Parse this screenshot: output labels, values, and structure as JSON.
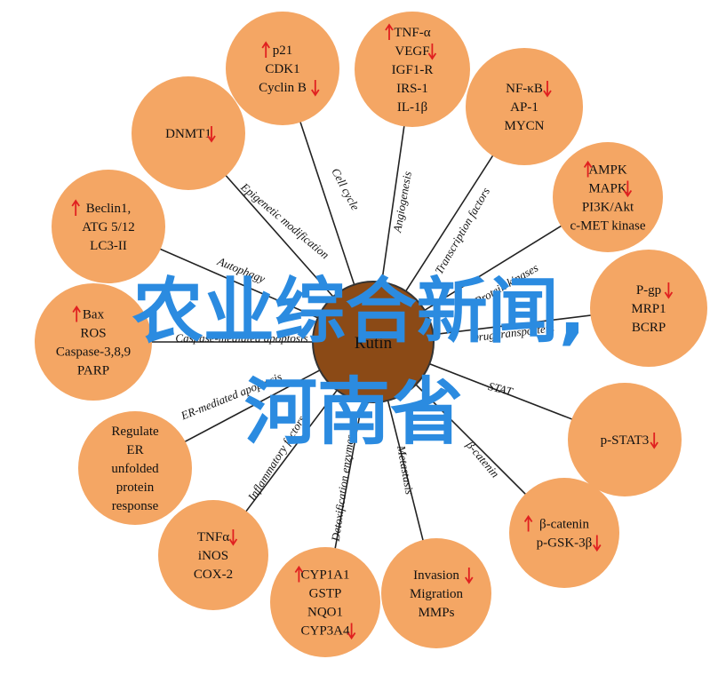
{
  "center": {
    "label": "Rutin"
  },
  "overlay": {
    "line1": "农业综合新闻,",
    "line2": "河南省"
  },
  "colors": {
    "node": "#f4a664",
    "center": "#8b4a16",
    "line": "#222222",
    "up_arrow": "#e02020",
    "down_arrow": "#e02020",
    "overlay": "#2b8be0"
  },
  "nodes": [
    {
      "id": "cell-cycle",
      "lines": [
        {
          "t": "p21",
          "arrow": "up"
        },
        {
          "t": "CDK1",
          "arrow": ""
        },
        {
          "t": "Cyclin B",
          "arrow": "down"
        }
      ],
      "edge": "Cell cycle"
    },
    {
      "id": "angiogenesis",
      "lines": [
        {
          "t": "TNF-α",
          "arrow": "up"
        },
        {
          "t": "VEGF",
          "arrow": "down"
        },
        {
          "t": "IGF1-R",
          "arrow": ""
        },
        {
          "t": "IRS-1",
          "arrow": ""
        },
        {
          "t": "IL-1β",
          "arrow": ""
        }
      ],
      "edge": "Angiogenesis"
    },
    {
      "id": "transcription-factors",
      "lines": [
        {
          "t": "NF-κB",
          "arrow": "down"
        },
        {
          "t": "AP-1",
          "arrow": ""
        },
        {
          "t": "MYCN",
          "arrow": ""
        }
      ],
      "edge": "Transcription factors"
    },
    {
      "id": "protein-kinases",
      "lines": [
        {
          "t": "AMPK",
          "arrow": "up"
        },
        {
          "t": "MAPK",
          "arrow": "down"
        },
        {
          "t": "PI3K/Akt",
          "arrow": ""
        },
        {
          "t": "c-MET kinase",
          "arrow": ""
        }
      ],
      "edge": "Protein kinases"
    },
    {
      "id": "drug-transporters",
      "lines": [
        {
          "t": "P-gp",
          "arrow": "down"
        },
        {
          "t": "MRP1",
          "arrow": ""
        },
        {
          "t": "BCRP",
          "arrow": ""
        }
      ],
      "edge": "Drug transporters"
    },
    {
      "id": "stat",
      "lines": [
        {
          "t": "p-STAT3",
          "arrow": "down"
        }
      ],
      "edge": "STAT"
    },
    {
      "id": "beta-catenin",
      "lines": [
        {
          "t": "β-catenin",
          "arrow": "up"
        },
        {
          "t": "p-GSK-3β",
          "arrow": "down"
        }
      ],
      "edge": "β-catenin"
    },
    {
      "id": "metastasis",
      "lines": [
        {
          "t": "Invasion",
          "arrow": "down"
        },
        {
          "t": "Migration",
          "arrow": ""
        },
        {
          "t": "MMPs",
          "arrow": ""
        }
      ],
      "edge": "Metastasis"
    },
    {
      "id": "detoxification",
      "lines": [
        {
          "t": "CYP1A1",
          "arrow": "up"
        },
        {
          "t": "GSTP",
          "arrow": ""
        },
        {
          "t": "NQO1",
          "arrow": ""
        },
        {
          "t": "CYP3A4",
          "arrow": "down"
        }
      ],
      "edge": "Detoxification enzymes"
    },
    {
      "id": "inflammatory",
      "lines": [
        {
          "t": "TNFα",
          "arrow": "down"
        },
        {
          "t": "iNOS",
          "arrow": ""
        },
        {
          "t": "COX-2",
          "arrow": ""
        }
      ],
      "edge": "Inflammatory factors"
    },
    {
      "id": "er-stress",
      "lines": [
        {
          "t": "Regulate",
          "arrow": ""
        },
        {
          "t": "ER",
          "arrow": ""
        },
        {
          "t": "unfolded",
          "arrow": ""
        },
        {
          "t": "protein",
          "arrow": ""
        },
        {
          "t": "response",
          "arrow": ""
        }
      ],
      "edge": "ER-mediated apoptosis"
    },
    {
      "id": "caspase",
      "lines": [
        {
          "t": "Bax",
          "arrow": "up"
        },
        {
          "t": "ROS",
          "arrow": ""
        },
        {
          "t": "Caspase-3,8,9",
          "arrow": ""
        },
        {
          "t": "PARP",
          "arrow": ""
        }
      ],
      "edge": "Caspase-mediated apoptosis"
    },
    {
      "id": "autophagy",
      "lines": [
        {
          "t": "Beclin1,",
          "arrow": "up"
        },
        {
          "t": "ATG 5/12",
          "arrow": ""
        },
        {
          "t": "LC3-II",
          "arrow": ""
        }
      ],
      "edge": "Autophagy"
    },
    {
      "id": "epigenetic",
      "lines": [
        {
          "t": "DNMT1",
          "arrow": "down"
        }
      ],
      "edge": "Epigenetic modification"
    }
  ]
}
